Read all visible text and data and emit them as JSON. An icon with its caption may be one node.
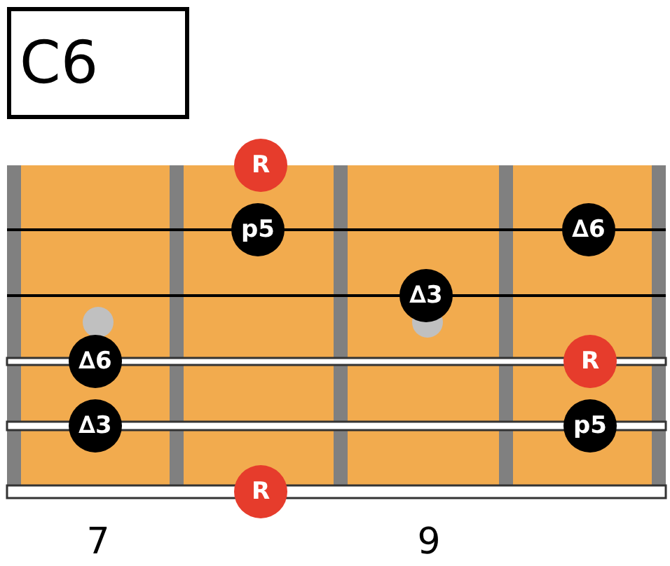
{
  "diagram": {
    "title": "C6",
    "nodes": [
      {
        "text": [
          "R"
        ]
      },
      {
        "text": [
          "p5"
        ]
      },
      {
        "text": [
          "∆6"
        ]
      },
      {
        "text": [
          "∆3"
        ]
      },
      {
        "text": [
          "∆6"
        ]
      },
      {
        "text": [
          "R"
        ]
      },
      {
        "text": [
          "∆3"
        ]
      },
      {
        "text": [
          "p5"
        ]
      },
      {
        "text": [
          "R"
        ]
      }
    ],
    "labels": [
      "7",
      "9"
    ]
  }
}
